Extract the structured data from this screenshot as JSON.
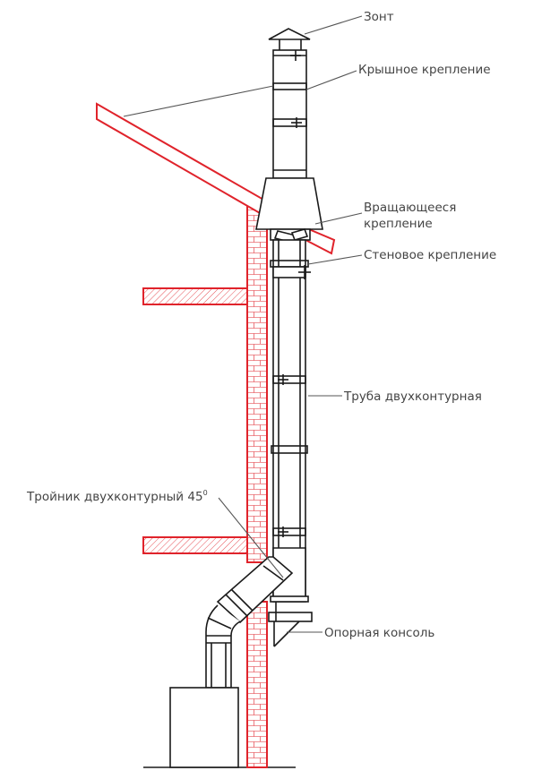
{
  "labels": {
    "cap": "Зонт",
    "roof_mount": "Крышное крепление",
    "swivel_mount_1": "Вращающееся",
    "swivel_mount_2": "крепление",
    "wall_mount": "Стеновое крепление",
    "double_pipe": "Труба двухконтурная",
    "tee_text": "Тройник двухконтурный 45",
    "tee_sup": "0",
    "support_console": "Опорная консоль"
  },
  "colors": {
    "structure_red": "#e0232b",
    "pipe_black": "#1a1a1a",
    "label_gray": "#444444"
  }
}
